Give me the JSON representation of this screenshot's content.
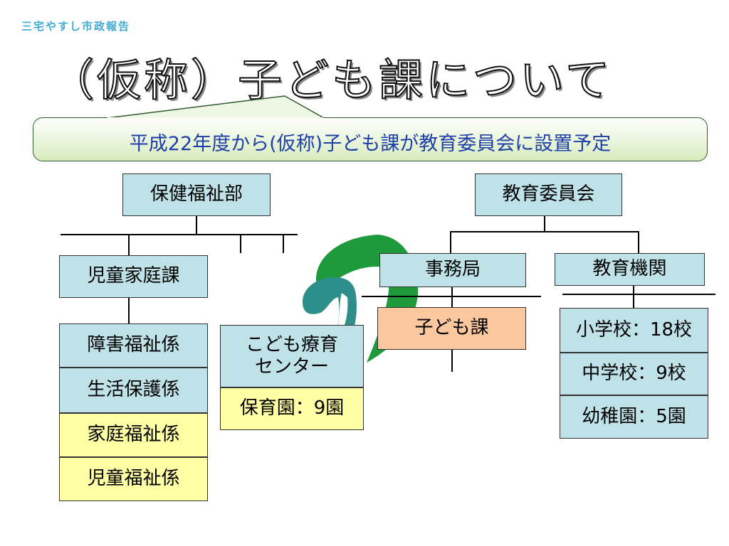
{
  "header": {
    "label": "三宅やすし市政報告"
  },
  "title": "（仮称）子ども課について",
  "banner": {
    "text": "平成22年度から(仮称)子ども課が教育委員会に設置予定"
  },
  "org": {
    "health_dept": "保健福祉部",
    "child_family_div": "児童家庭課",
    "disability_welfare": "障害福祉係",
    "livelihood_protection": "生活保護係",
    "family_welfare": "家庭福祉係",
    "child_welfare": "児童福祉係",
    "child_center": "こども療育\nセンター",
    "nursery": "保育園：9園",
    "education_board": "教育委員会",
    "secretariat": "事務局",
    "kodomo_ka": "子ども課",
    "education_institutions": "教育機関",
    "elementary": "小学校：18校",
    "junior_high": "中学校：9校",
    "kindergarten": "幼稚園：5園"
  },
  "colors": {
    "box_blue": "#bfe2e8",
    "box_yellow": "#ffffa6",
    "box_orange": "#fbc79e",
    "banner_text": "#1f3fa8",
    "logo_green": "#1e9a3c",
    "logo_teal": "#2e8f8a"
  },
  "icons": {
    "logo": "city-logo-icon"
  }
}
